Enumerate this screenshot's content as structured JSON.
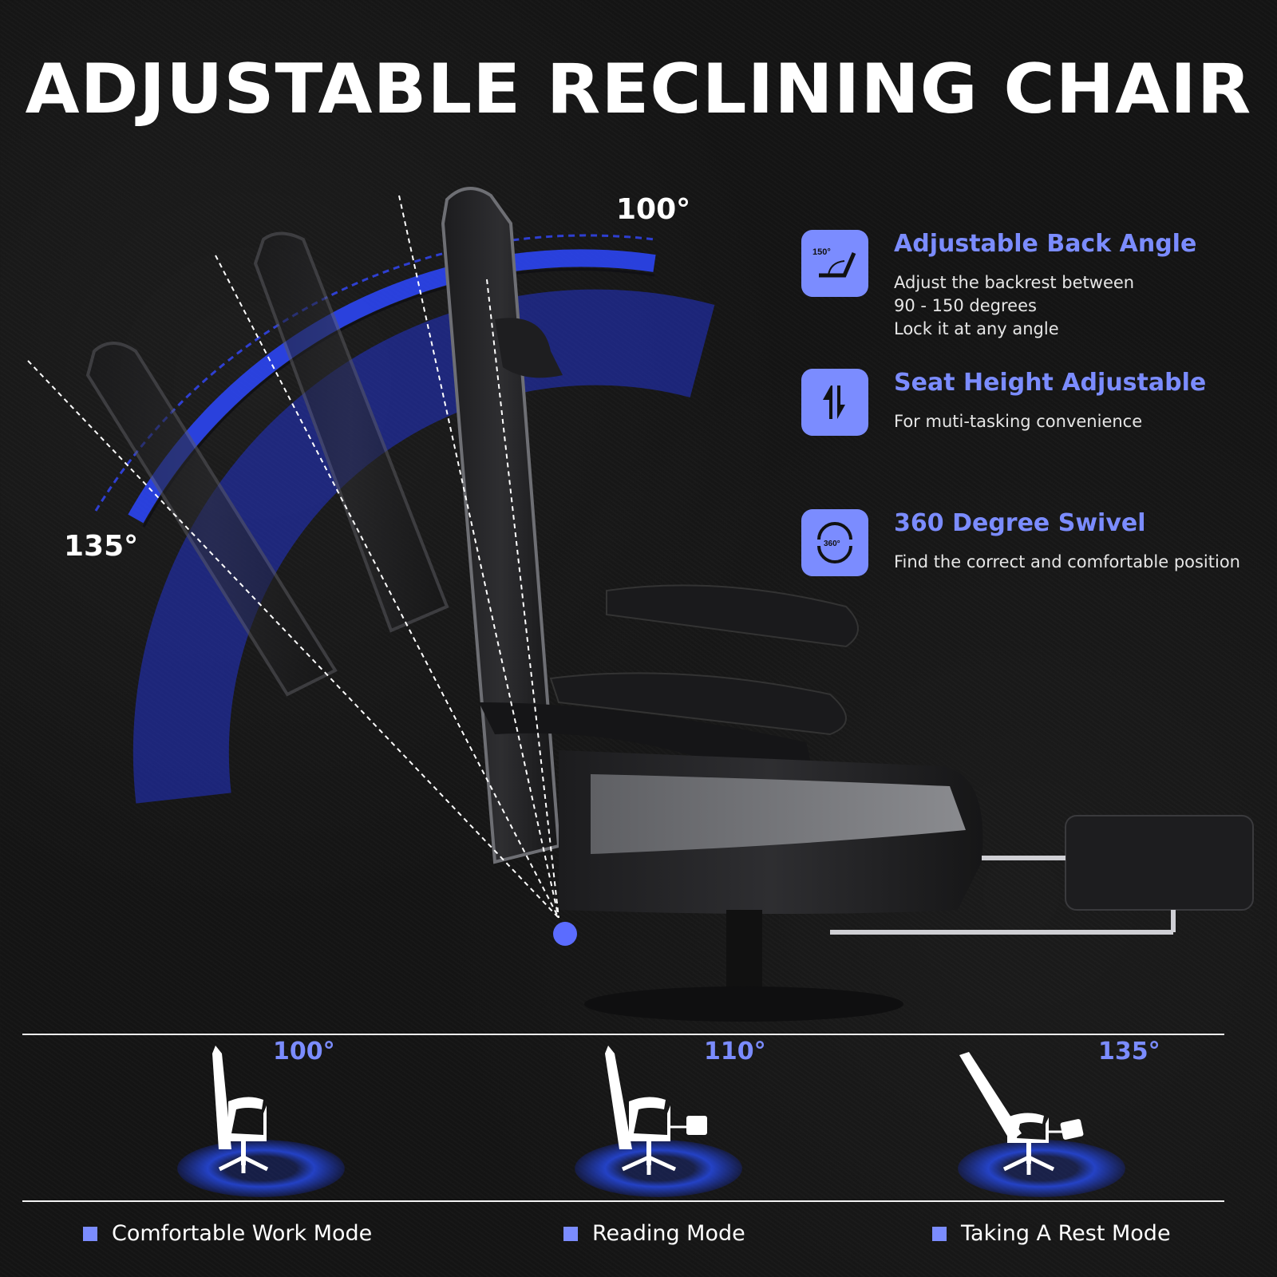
{
  "title": "ADJUSTABLE RECLINING CHAIR",
  "hero": {
    "angle_top": "100°",
    "angle_left": "135°",
    "pivot_color": "#5b6cff"
  },
  "features": [
    {
      "icon": "backrest-angle-icon",
      "icon_text": "150°",
      "title": "Adjustable Back Angle",
      "desc": [
        "Adjust the backrest between",
        "90 - 150 degrees",
        "Lock it at any angle"
      ]
    },
    {
      "icon": "height-adjust-arrows-icon",
      "title": "Seat Height Adjustable",
      "desc": [
        "For muti-tasking convenience"
      ]
    },
    {
      "icon": "swivel-360-icon",
      "icon_text": "360°",
      "title": "360 Degree Swivel",
      "desc": [
        "Find the correct and comfortable position"
      ]
    }
  ],
  "modes": [
    {
      "angle": "100°",
      "label": "Comfortable Work Mode"
    },
    {
      "angle": "110°",
      "label": "Reading Mode"
    },
    {
      "angle": "135°",
      "label": "Taking A Rest Mode"
    }
  ],
  "colors": {
    "accent": "#7b8cff",
    "background": "#141414",
    "text": "#ffffff",
    "glow_blue": "#2a4bff"
  }
}
